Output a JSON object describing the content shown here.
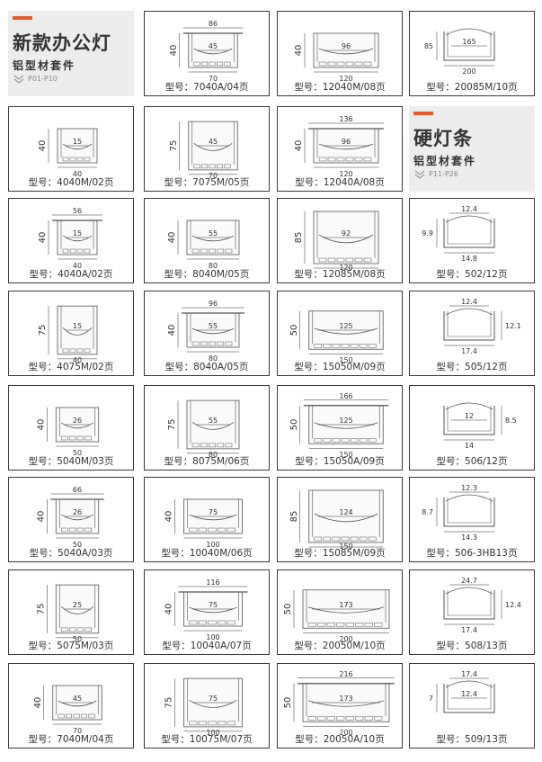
{
  "header_office": {
    "title": "新款办公灯",
    "subtitle": "铝型材套件",
    "pages": "P01-P10"
  },
  "header_strip": {
    "title": "硬灯条",
    "subtitle": "铝型材套件",
    "pages": "P11-P26"
  },
  "accent_color": "#e85a2a",
  "profiles": [
    {
      "caption": "型号：7040A/04页",
      "top": "86",
      "inner": "45",
      "side": "40",
      "bottom": "70",
      "side_label_left": true
    },
    {
      "caption": "型号：12040M/08页",
      "top": "",
      "inner": "96",
      "side": "40",
      "bottom": "120",
      "side_label_left": true
    },
    {
      "caption": "型号：20085M/10页",
      "top": "",
      "inner": "165",
      "side": "85",
      "bottom": "200",
      "side_label_left": true
    },
    {
      "caption": "型号：4040M/02页",
      "top": "",
      "inner": "15",
      "side": "40",
      "bottom": "40",
      "side_label_left": true
    },
    {
      "caption": "型号：7075M/05页",
      "top": "",
      "inner": "45",
      "side": "75",
      "bottom": "70",
      "side_label_left": true
    },
    {
      "caption": "型号：12040A/08页",
      "top": "136",
      "inner": "96",
      "side": "40",
      "bottom": "120",
      "side_label_left": true
    },
    {
      "caption": "型号：4040A/02页",
      "top": "56",
      "inner": "15",
      "side": "40",
      "bottom": "40",
      "side_label_left": true
    },
    {
      "caption": "型号：8040M/05页",
      "top": "",
      "inner": "55",
      "side": "40",
      "bottom": "80",
      "side_label_left": true
    },
    {
      "caption": "型号：12085M/08页",
      "top": "",
      "inner": "92",
      "side": "85",
      "bottom": "120",
      "side_label_left": true
    },
    {
      "caption": "型号：502/12页",
      "top": "12.4",
      "inner": "",
      "side": "9.9",
      "bottom": "14.8",
      "side_label_left": true
    },
    {
      "caption": "型号：4075M/02页",
      "top": "",
      "inner": "15",
      "side": "75",
      "bottom": "40",
      "side_label_left": true
    },
    {
      "caption": "型号：8040A/05页",
      "top": "96",
      "inner": "55",
      "side": "40",
      "bottom": "80",
      "side_label_left": true
    },
    {
      "caption": "型号：15050M/09页",
      "top": "",
      "inner": "125",
      "side": "50",
      "bottom": "150",
      "side_label_left": true
    },
    {
      "caption": "型号：505/12页",
      "top": "12.4",
      "inner": "",
      "side": "12.1",
      "bottom": "17.4",
      "side_label_left": false
    },
    {
      "caption": "型号：5040M/03页",
      "top": "",
      "inner": "26",
      "side": "40",
      "bottom": "50",
      "side_label_left": true
    },
    {
      "caption": "型号：8075M/06页",
      "top": "",
      "inner": "55",
      "side": "75",
      "bottom": "80",
      "side_label_left": true
    },
    {
      "caption": "型号：15050A/09页",
      "top": "166",
      "inner": "125",
      "side": "50",
      "bottom": "150",
      "side_label_left": true
    },
    {
      "caption": "型号：506/12页",
      "top": "",
      "inner": "12",
      "side": "8.5",
      "bottom": "14",
      "side_label_left": false
    },
    {
      "caption": "型号：5040A/03页",
      "top": "66",
      "inner": "26",
      "side": "40",
      "bottom": "50",
      "side_label_left": true
    },
    {
      "caption": "型号：10040M/06页",
      "top": "",
      "inner": "75",
      "side": "40",
      "bottom": "100",
      "side_label_left": true
    },
    {
      "caption": "型号：15085M/09页",
      "top": "",
      "inner": "124",
      "side": "85",
      "bottom": "150",
      "side_label_left": true
    },
    {
      "caption": "型号：506-3HB13页",
      "top": "12.3",
      "inner": "",
      "side": "8.7",
      "bottom": "14.3",
      "side_label_left": true
    },
    {
      "caption": "型号：5075M/03页",
      "top": "",
      "inner": "25",
      "side": "75",
      "bottom": "50",
      "side_label_left": true
    },
    {
      "caption": "型号：10040A/07页",
      "top": "116",
      "inner": "75",
      "side": "40",
      "bottom": "100",
      "side_label_left": true
    },
    {
      "caption": "型号：20050M/10页",
      "top": "",
      "inner": "173",
      "side": "50",
      "bottom": "200",
      "side_label_left": true
    },
    {
      "caption": "型号：508/13页",
      "top": "24.7",
      "inner": "",
      "side": "12.4",
      "bottom": "17.4",
      "side_label_left": false
    },
    {
      "caption": "型号：7040M/04页",
      "top": "",
      "inner": "45",
      "side": "40",
      "bottom": "70",
      "side_label_left": true
    },
    {
      "caption": "型号：10075M/07页",
      "top": "",
      "inner": "75",
      "side": "75",
      "bottom": "100",
      "side_label_left": true
    },
    {
      "caption": "型号：20050A/10页",
      "top": "216",
      "inner": "173",
      "side": "50",
      "bottom": "200",
      "side_label_left": true
    },
    {
      "caption": "型号：509/13页",
      "top": "17.4",
      "inner": "12.4",
      "side": "7",
      "bottom": "",
      "side_label_left": true
    }
  ]
}
